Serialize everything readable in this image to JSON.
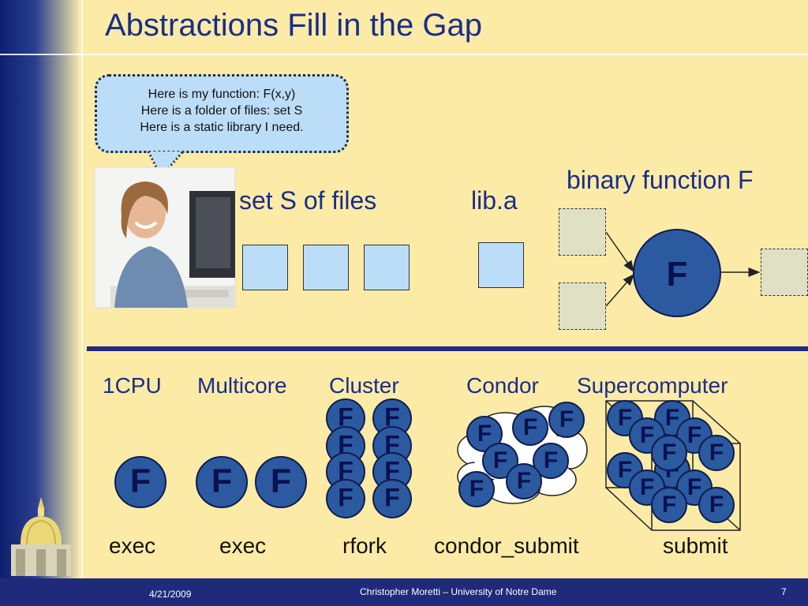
{
  "slide": {
    "title": "Abstractions Fill in the Gap",
    "speech": [
      "Here is my function: F(x,y)",
      "Here is a folder of files: set S",
      "Here is a static library I need."
    ],
    "set_label": "set S of files",
    "lib_label": "lib.a",
    "binary_label": "binary function F",
    "function_glyph": "F"
  },
  "platforms": [
    {
      "name": "1CPU",
      "command": "exec"
    },
    {
      "name": "Multicore",
      "command": "exec"
    },
    {
      "name": "Cluster",
      "command": "rfork"
    },
    {
      "name": "Condor",
      "command": "condor_submit"
    },
    {
      "name": "Supercomputer",
      "command": "submit"
    }
  ],
  "footer": {
    "date": "4/21/2009",
    "author": "Christopher Moretti – University of Notre Dame",
    "page": "7"
  },
  "colors": {
    "background": "#FCEBA6",
    "title": "#1A2D8A",
    "navy": "#1F2A7A",
    "circle_fill": "#2C5AA0",
    "bubble": "#BCDDF8"
  }
}
